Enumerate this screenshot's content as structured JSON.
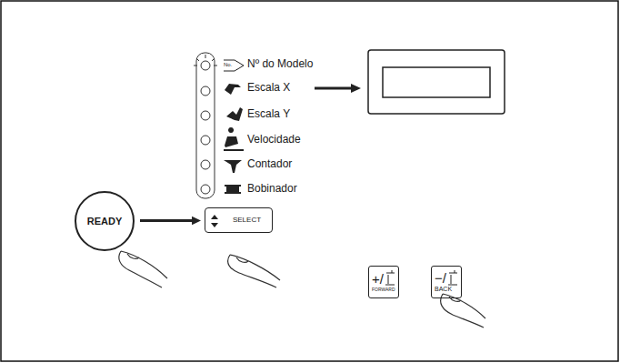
{
  "diagram": {
    "nodes": [
      {
        "text": [
          "READY"
        ]
      },
      {
        "text": [
          "SELECT"
        ]
      },
      {
        "text": [
          "+/",
          "FORWARD"
        ]
      },
      {
        "text": [
          "−/",
          "BACK"
        ]
      }
    ],
    "edges": [
      {
        "from": 0,
        "to": 1,
        "arrow": "to"
      }
    ],
    "labels": [
      "Nº do Modelo",
      "Escala X",
      "Escala Y",
      "Velocidade",
      "Contador",
      "Bobinador",
      "No."
    ]
  }
}
